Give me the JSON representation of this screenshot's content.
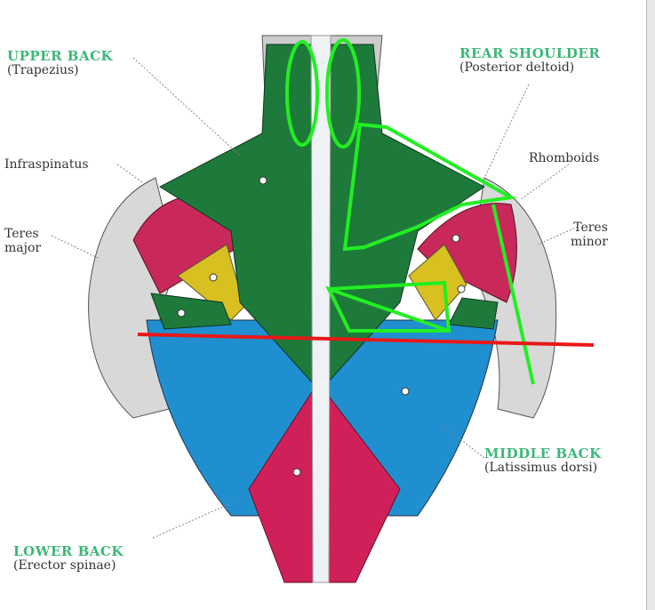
{
  "labels": {
    "upper_back": {
      "title": "UPPER BACK",
      "sub": "(Trapezius)"
    },
    "rear_shoulder": {
      "title": "REAR SHOULDER",
      "sub": "(Posterior deltoid)"
    },
    "middle_back": {
      "title": "MIDDLE BACK",
      "sub": "(Latissimus dorsi)"
    },
    "lower_back": {
      "title": "LOWER BACK",
      "sub": "(Erector spinae)"
    },
    "infraspinatus": "Infraspinatus",
    "rhomboids": "Rhomboids",
    "teres_major": [
      "Teres",
      "major"
    ],
    "teres_minor": [
      "Teres",
      "minor"
    ]
  },
  "colors": {
    "label_green": "#3cb878",
    "trapezius": "#1e7a3a",
    "latissimus": "#1f8fd0",
    "erector": "#d0205a",
    "deltoid": "#c8285a",
    "infraspinatus": "#d8c020",
    "annotation_green": "#22ee22",
    "annotation_red": "#e81818"
  }
}
